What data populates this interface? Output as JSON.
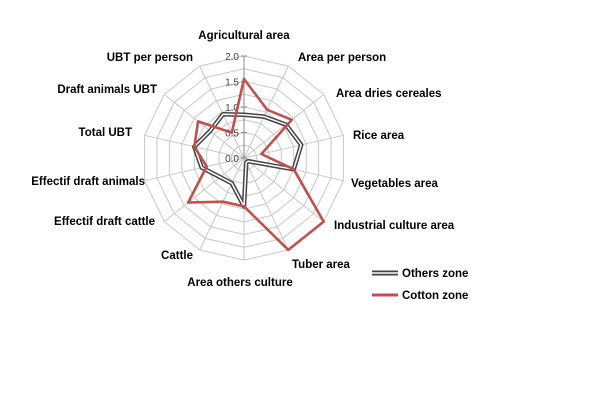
{
  "chart_data": {
    "type": "radar",
    "categories": [
      "Agricultural area",
      "Area per person",
      "Area dries cereales",
      "Rice area",
      "Vegetables area",
      "Industrial culture area",
      "Tuber area",
      "Area others culture",
      "Cattle",
      "Effectif draft cattle",
      "Effectif draft animals",
      "Total UBT",
      "Draft animals UBT",
      "UBT per person"
    ],
    "ticks": [
      "0.0",
      "0.5",
      "1.0",
      "1.5",
      "2.0"
    ],
    "rlim": [
      0,
      2.0
    ],
    "series": [
      {
        "name": "Others zone",
        "color": "#444444",
        "style": "double-line",
        "values": [
          0.85,
          0.9,
          1.05,
          1.15,
          1.0,
          0.1,
          0.1,
          0.95,
          0.55,
          0.6,
          0.85,
          1.0,
          0.85,
          0.95
        ]
      },
      {
        "name": "Cotton zone",
        "color": "#c0504d",
        "style": "line",
        "values": [
          1.55,
          1.05,
          1.2,
          0.35,
          1.0,
          2.0,
          2.0,
          0.95,
          0.95,
          1.4,
          0.75,
          1.0,
          1.15,
          0.55
        ]
      }
    ],
    "legend_position": "bottom-right",
    "grid": true
  }
}
